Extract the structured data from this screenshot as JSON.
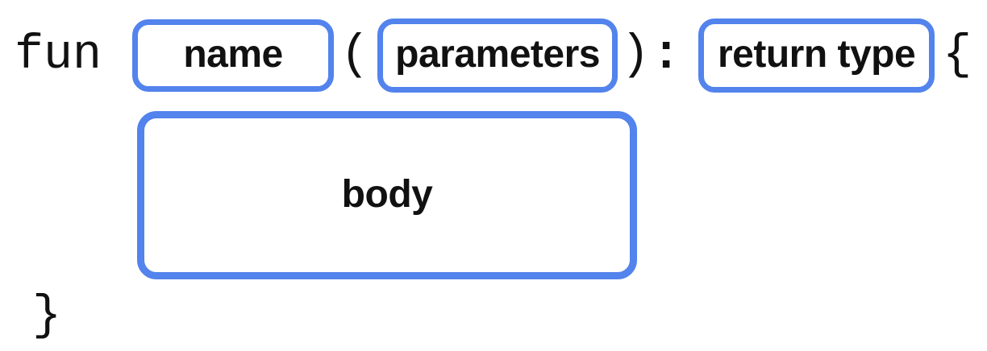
{
  "diagram_title": "function-declaration-syntax",
  "colors": {
    "box_border": "#5383EC",
    "text": "#111111",
    "background": "#FFFFFF"
  },
  "syntax": {
    "keyword": "fun",
    "open_paren": "(",
    "close_paren": ")",
    "colon": ":",
    "open_brace": "{",
    "close_brace": "}",
    "slots": {
      "name": "name",
      "parameters": "parameters",
      "return_type": "return type",
      "body": "body"
    }
  }
}
